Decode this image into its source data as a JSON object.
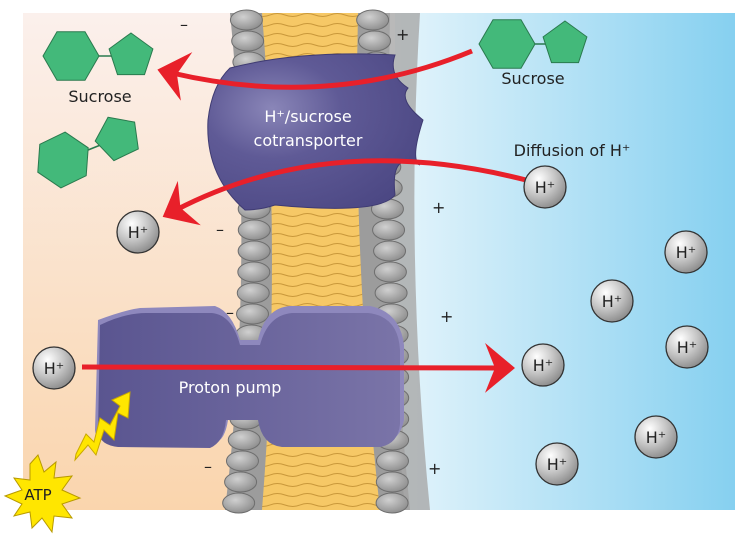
{
  "title": "H+/sucrose cotransport with proton pump",
  "colors": {
    "inside": "#fad7b2",
    "outside": "#8fd3f1",
    "protein": "#5a5590",
    "sucrose": "#43b97a",
    "arrow": "#e8202a",
    "atp": "#ffe600",
    "lipid_head": "#9a9a9a",
    "lipid_tail": "#f4c463"
  },
  "labels": {
    "sucrose_inside": "Sucrose",
    "sucrose_outside": "Sucrose",
    "cotransporter_line1": "H⁺/sucrose",
    "cotransporter_line2": "cotransporter",
    "diffusion": "Diffusion of H⁺",
    "proton_pump": "Proton pump",
    "atp": "ATP",
    "proton": "H⁺"
  },
  "charges": {
    "inside": "–",
    "outside": "+"
  }
}
